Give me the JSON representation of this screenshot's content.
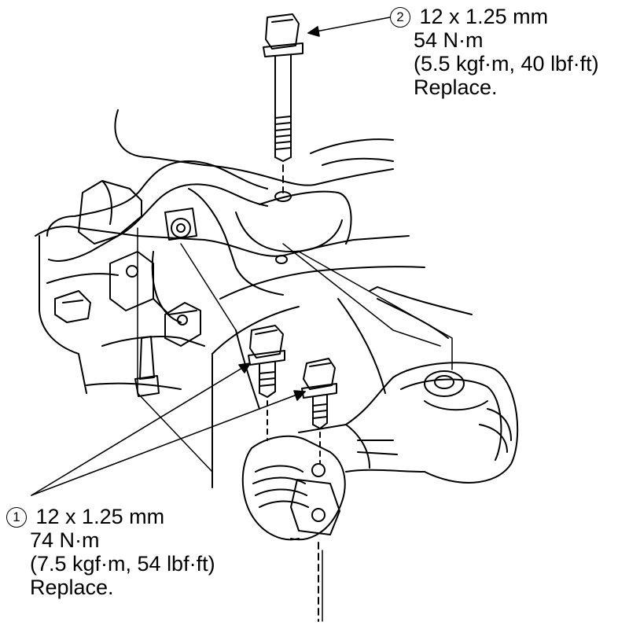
{
  "callouts": {
    "bolt_2": {
      "number": "2",
      "size": "12 x 1.25 mm",
      "torque_nm": "54 N·m",
      "torque_alt": "(5.5 kgf·m, 40 lbf·ft)",
      "note": "Replace."
    },
    "bolt_1": {
      "number": "1",
      "size": "12 x 1.25 mm",
      "torque_nm": "74 N·m",
      "torque_alt": "(7.5 kgf·m, 54 lbf·ft)",
      "note": "Replace."
    }
  }
}
